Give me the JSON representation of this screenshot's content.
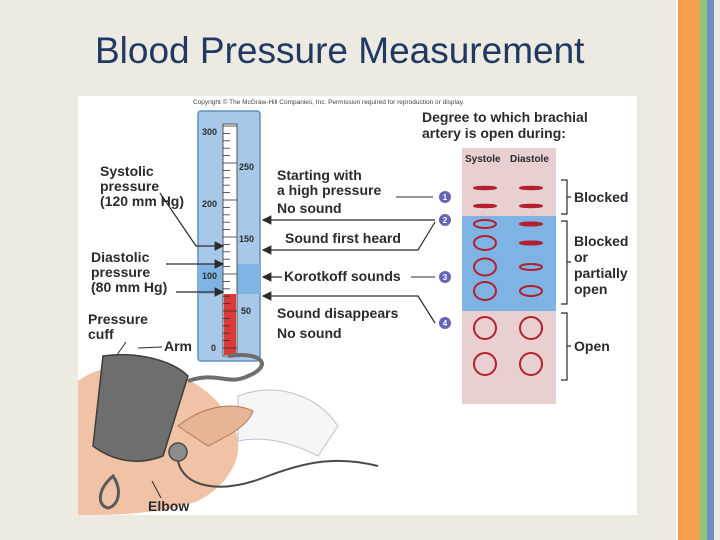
{
  "slide": {
    "title": "Blood Pressure Measurement"
  },
  "colors": {
    "title": "#1f3864",
    "tube_blue": "#a7c8e8",
    "band_blue": "#7fb3e3",
    "mercury": "#d93a3a",
    "artery_pink": "#e8cfd0",
    "artery_red": "#b3202d"
  },
  "figure": {
    "copyright": "Copyright © The McGraw-Hill Companies, Inc. Permission required for reproduction or display.",
    "header_line1": "Degree to which brachial",
    "header_line2": "artery is open during:",
    "col_systole": "Systole",
    "col_diastole": "Diastole",
    "scale_left": [
      "300",
      "200",
      "100",
      "0"
    ],
    "scale_right": [
      "250",
      "150",
      "50"
    ],
    "systolic": {
      "line1": "Systolic",
      "line2": "pressure",
      "line3": "(120 mm Hg)"
    },
    "diastolic": {
      "line1": "Diastolic",
      "line2": "pressure",
      "line3": "(80 mm Hg)"
    },
    "cuff": {
      "line1": "Pressure",
      "line2": "cuff"
    },
    "arm": "Arm",
    "elbow": "Elbow",
    "start": {
      "line1": "Starting with",
      "line2": "a high pressure",
      "line3": "No sound"
    },
    "first_heard": "Sound first heard",
    "korotkoff": "Korotkoff sounds",
    "disappears": {
      "line1": "Sound disappears",
      "line2": "No sound"
    },
    "steps": [
      "1",
      "2",
      "3",
      "4"
    ],
    "state_blocked": "Blocked",
    "state_partial": {
      "line1": "Blocked",
      "line2": "or",
      "line3": "partially",
      "line4": "open"
    },
    "state_open": "Open"
  }
}
